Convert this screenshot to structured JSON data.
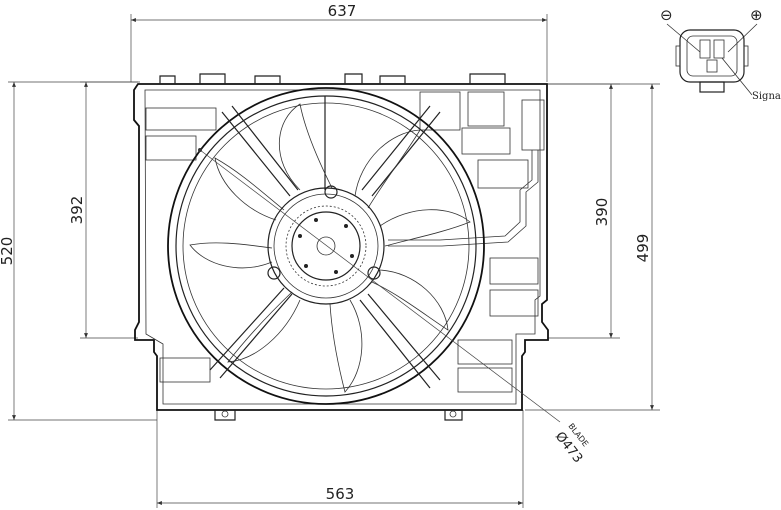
{
  "dimensions": {
    "overall_width": "637",
    "bottom_width": "563",
    "overall_height": "520",
    "left_height": "392",
    "right_height_inner": "390",
    "right_height_outer": "499"
  },
  "blade": {
    "label": "BLADE",
    "diameter": "Ø473"
  },
  "connector": {
    "negative_symbol": "⊖",
    "positive_symbol": "⊕",
    "signal_label": "Signal"
  }
}
